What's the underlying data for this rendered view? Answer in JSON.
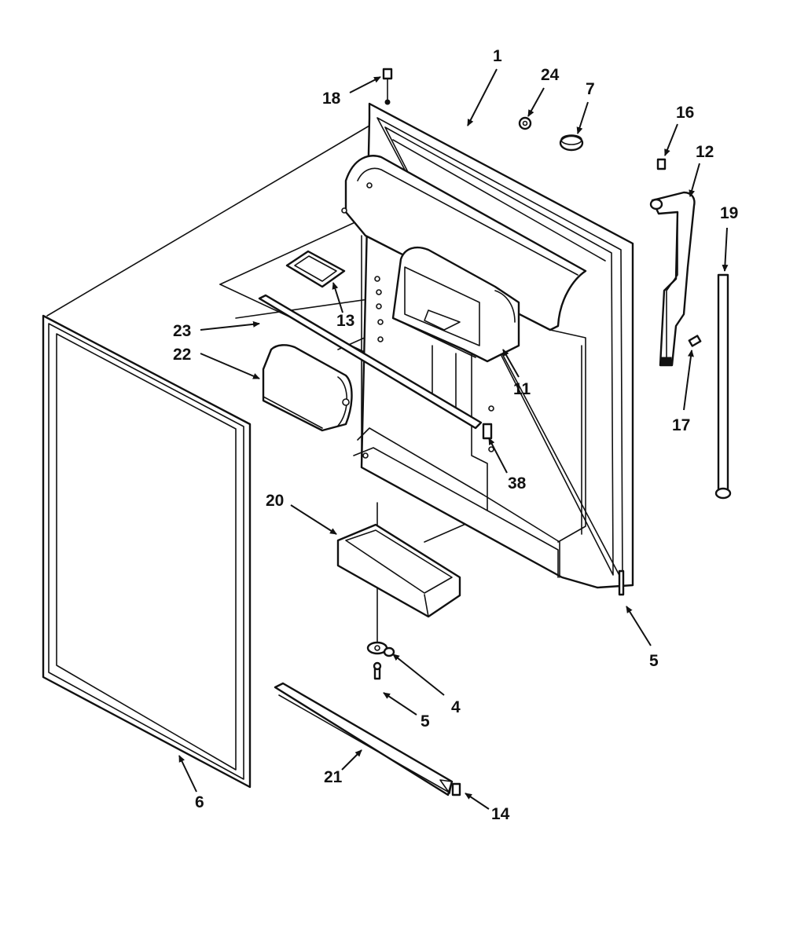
{
  "callouts": {
    "c1": "1",
    "c24": "24",
    "c7": "7",
    "c18": "18",
    "c16": "16",
    "c12": "12",
    "c19": "19",
    "c13": "13",
    "c23": "23",
    "c22": "22",
    "c11": "11",
    "c17": "17",
    "c38": "38",
    "c20": "20",
    "c5_right": "5",
    "c4": "4",
    "c5_bottom": "5",
    "c21": "21",
    "c6": "6",
    "c14": "14"
  }
}
